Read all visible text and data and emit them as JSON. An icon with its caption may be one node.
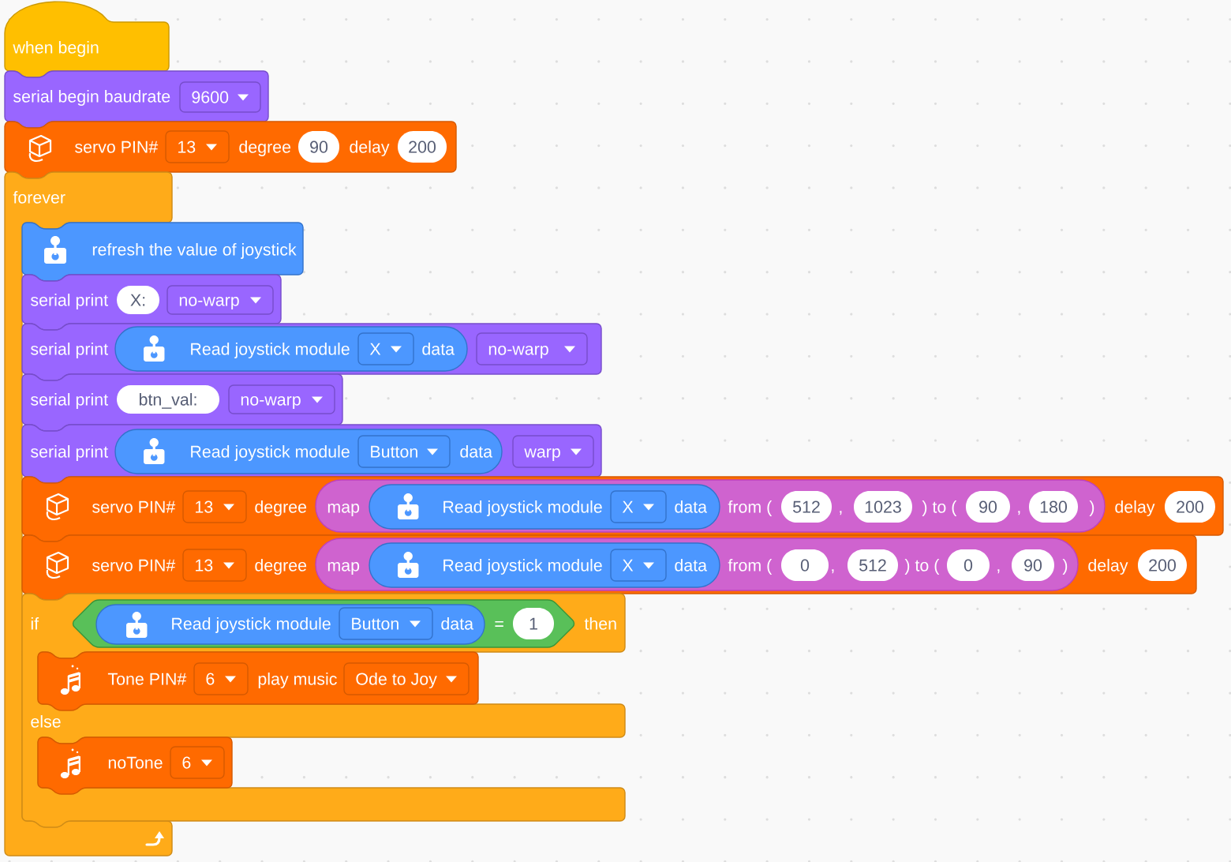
{
  "diagram": {
    "nodes": [
      {
        "text": [
          "when begin"
        ]
      },
      {
        "text": [
          "serial begin baudrate"
        ]
      },
      {
        "text": [
          "9600"
        ],
        "in": 1
      },
      {
        "text": [
          "servo PIN#",
          "degree",
          "delay"
        ]
      },
      {
        "text": [
          "13"
        ],
        "in": 3
      },
      {
        "text": [
          "90"
        ],
        "in": 3
      },
      {
        "text": [
          "200"
        ],
        "in": 3
      },
      {
        "text": [
          "forever"
        ]
      },
      {
        "text": [
          "refresh the value of joystick"
        ]
      },
      {
        "text": [
          "serial print"
        ]
      },
      {
        "text": [
          "X:"
        ],
        "in": 9
      },
      {
        "text": [
          "no-warp"
        ],
        "in": 9
      },
      {
        "text": [
          "serial print"
        ]
      },
      {
        "text": [
          "Read joystick module",
          "data"
        ],
        "in": 12
      },
      {
        "text": [
          "X"
        ],
        "in": 13
      },
      {
        "text": [
          "no-warp"
        ],
        "in": 12
      },
      {
        "text": [
          "serial print"
        ]
      },
      {
        "text": [
          "btn_val:"
        ],
        "in": 16
      },
      {
        "text": [
          "no-warp"
        ],
        "in": 16
      },
      {
        "text": [
          "serial print"
        ]
      },
      {
        "text": [
          "Read joystick module",
          "data"
        ],
        "in": 19
      },
      {
        "text": [
          "Button"
        ],
        "in": 20
      },
      {
        "text": [
          "warp"
        ],
        "in": 19
      },
      {
        "text": [
          "servo PIN#",
          "degree",
          "delay"
        ]
      },
      {
        "text": [
          "13"
        ],
        "in": 23
      },
      {
        "text": [
          "map",
          "from (",
          ",",
          ") to (",
          ",",
          ")"
        ],
        "in": 23
      },
      {
        "text": [
          "Read joystick module",
          "data"
        ],
        "in": 25
      },
      {
        "text": [
          "X"
        ],
        "in": 26
      },
      {
        "text": [
          "512"
        ],
        "in": 25
      },
      {
        "text": [
          "1023"
        ],
        "in": 25
      },
      {
        "text": [
          "90"
        ],
        "in": 25
      },
      {
        "text": [
          "180"
        ],
        "in": 25
      },
      {
        "text": [
          "200"
        ],
        "in": 23
      },
      {
        "text": [
          "servo PIN#",
          "degree",
          "delay"
        ]
      },
      {
        "text": [
          "13"
        ],
        "in": 33
      },
      {
        "text": [
          "map",
          "from (",
          ",",
          ") to (",
          ",",
          ")"
        ],
        "in": 33
      },
      {
        "text": [
          "Read joystick module",
          "data"
        ],
        "in": 35
      },
      {
        "text": [
          "X"
        ],
        "in": 36
      },
      {
        "text": [
          "0"
        ],
        "in": 35
      },
      {
        "text": [
          "512"
        ],
        "in": 35
      },
      {
        "text": [
          "0"
        ],
        "in": 35
      },
      {
        "text": [
          "90"
        ],
        "in": 35
      },
      {
        "text": [
          "200"
        ],
        "in": 33
      },
      {
        "text": [
          "if",
          "then",
          "else"
        ]
      },
      {
        "text": [
          "="
        ],
        "in": 43
      },
      {
        "text": [
          "Read joystick module",
          "data"
        ],
        "in": 44
      },
      {
        "text": [
          "Button"
        ],
        "in": 45
      },
      {
        "text": [
          "1"
        ],
        "in": 44
      },
      {
        "text": [
          "Tone PIN#",
          "play music"
        ],
        "in": 43
      },
      {
        "text": [
          "6"
        ],
        "in": 48
      },
      {
        "text": [
          "Ode to Joy"
        ],
        "in": 48
      },
      {
        "text": [
          "noTone"
        ],
        "in": 43
      },
      {
        "text": [
          "6"
        ],
        "in": 51
      }
    ]
  }
}
